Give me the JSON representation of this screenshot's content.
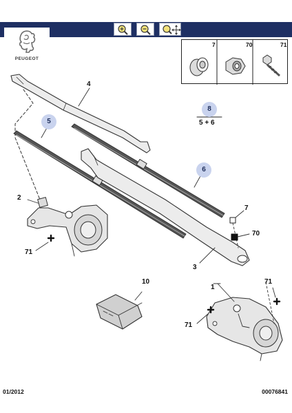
{
  "toolbar": {
    "zoom_in_icon": "zoom-in-icon",
    "zoom_out_icon": "zoom-out-icon",
    "zoom_pan_icon": "zoom-pan-icon"
  },
  "brand": {
    "logo_text": "PEUGEOT"
  },
  "legend": {
    "labels": [
      "7",
      "70",
      "71"
    ]
  },
  "callouts": {
    "wiper_arm_left": "4",
    "wiper_blade_left": "5",
    "wiper_arm_right": "3",
    "wiper_blade_right": "6",
    "set_ref": "8",
    "set_formula": "5 + 6",
    "motor_left": "2",
    "motor_right": "1",
    "ecu": "10",
    "cap": "7",
    "nut": "70",
    "screw_left": "71",
    "screw_right_a": "71",
    "screw_right_b": "71"
  },
  "footer": {
    "date": "01/2012",
    "reference": "00076841"
  },
  "colors": {
    "header_bar": "#1e2f63",
    "badge": "#c9d3ee",
    "badge_text": "#1b2b57"
  }
}
